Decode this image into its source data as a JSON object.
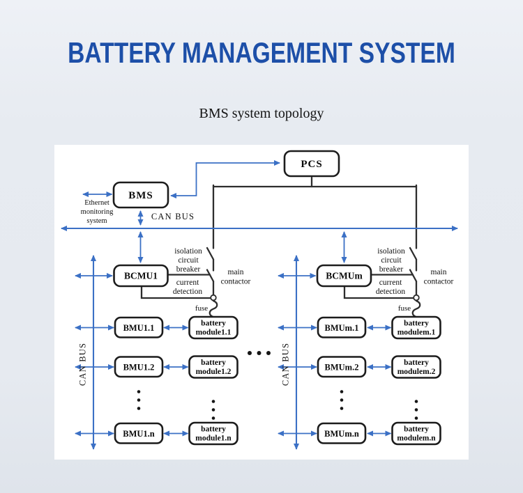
{
  "page": {
    "title": "BATTERY MANAGEMENT SYSTEM",
    "subtitle": "BMS system topology"
  },
  "colors": {
    "title_blue": "#1d4fa8",
    "line_blue": "#3b70c5",
    "line_dark": "#2d2d2d"
  },
  "diagram": {
    "nodes": {
      "pcs": {
        "label": "PCS"
      },
      "bms": {
        "label": "BMS"
      },
      "bcmu_1": {
        "label": "BCMU1"
      },
      "bcmu_m": {
        "label": "BCMUm"
      },
      "bmu_1_1": {
        "label": "BMU1.1"
      },
      "bmu_1_2": {
        "label": "BMU1.2"
      },
      "bmu_1_n": {
        "label": "BMU1.n"
      },
      "bmu_m_1": {
        "label": "BMUm.1"
      },
      "bmu_m_2": {
        "label": "BMUm.2"
      },
      "bmu_m_n": {
        "label": "BMUm.n"
      },
      "batt_1_1": {
        "line1": "battery",
        "line2": "module1.1"
      },
      "batt_1_2": {
        "line1": "battery",
        "line2": "module1.2"
      },
      "batt_1_n": {
        "line1": "battery",
        "line2": "module1.n"
      },
      "batt_m_1": {
        "line1": "battery",
        "line2": "modulem.1"
      },
      "batt_m_2": {
        "line1": "battery",
        "line2": "modulem.2"
      },
      "batt_m_n": {
        "line1": "battery",
        "line2": "modulem.n"
      }
    },
    "labels": {
      "ethernet": [
        "Ethernet",
        "monitoring",
        "system"
      ],
      "can_bus_main": "CAN BUS",
      "can_bus_left": "CAN BUS",
      "can_bus_right": "CAN BUS",
      "isolation_left": [
        "isolation",
        "circuit",
        "breaker"
      ],
      "isolation_right": [
        "isolation",
        "circuit",
        "breaker"
      ],
      "current_left": [
        "current",
        "detection"
      ],
      "current_right": [
        "current",
        "detection"
      ],
      "contactor_left": [
        "main",
        "contactor"
      ],
      "contactor_right": [
        "main",
        "contactor"
      ],
      "fuse_left": "fuse",
      "fuse_right": "fuse"
    }
  }
}
